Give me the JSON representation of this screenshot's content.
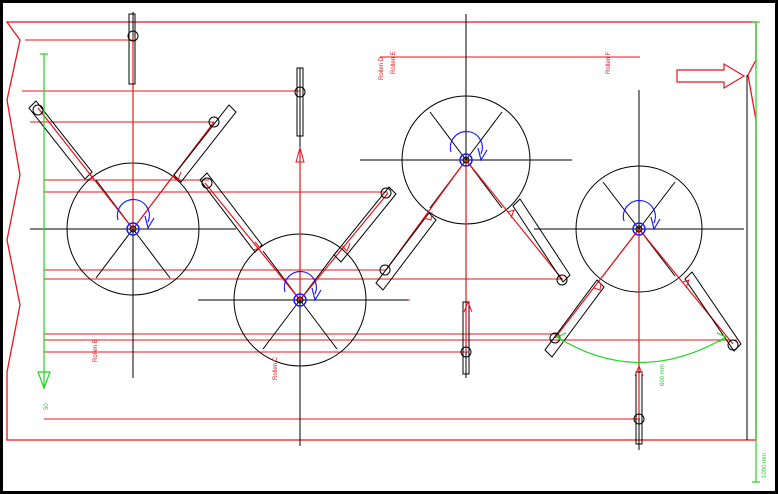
{
  "colors": {
    "background": "#ffffff",
    "border": "#000000",
    "red": "#e8141c",
    "black": "#000000",
    "blue": "#1a1aff",
    "green": "#1fd41f"
  },
  "labels": {
    "rollen_b": "Rollen B",
    "rollen_c": "Rollen C",
    "rollen_d": "Rollen D",
    "rollen_e": "Rollen E",
    "rollen_f": "Rollen F",
    "dim_left": "50",
    "dim_arc": "600 mm",
    "dim_right": "1000 mm"
  },
  "icons": {
    "direction": "flow-arrow-right-icon",
    "rotation": "rotation-arrow-icon"
  }
}
